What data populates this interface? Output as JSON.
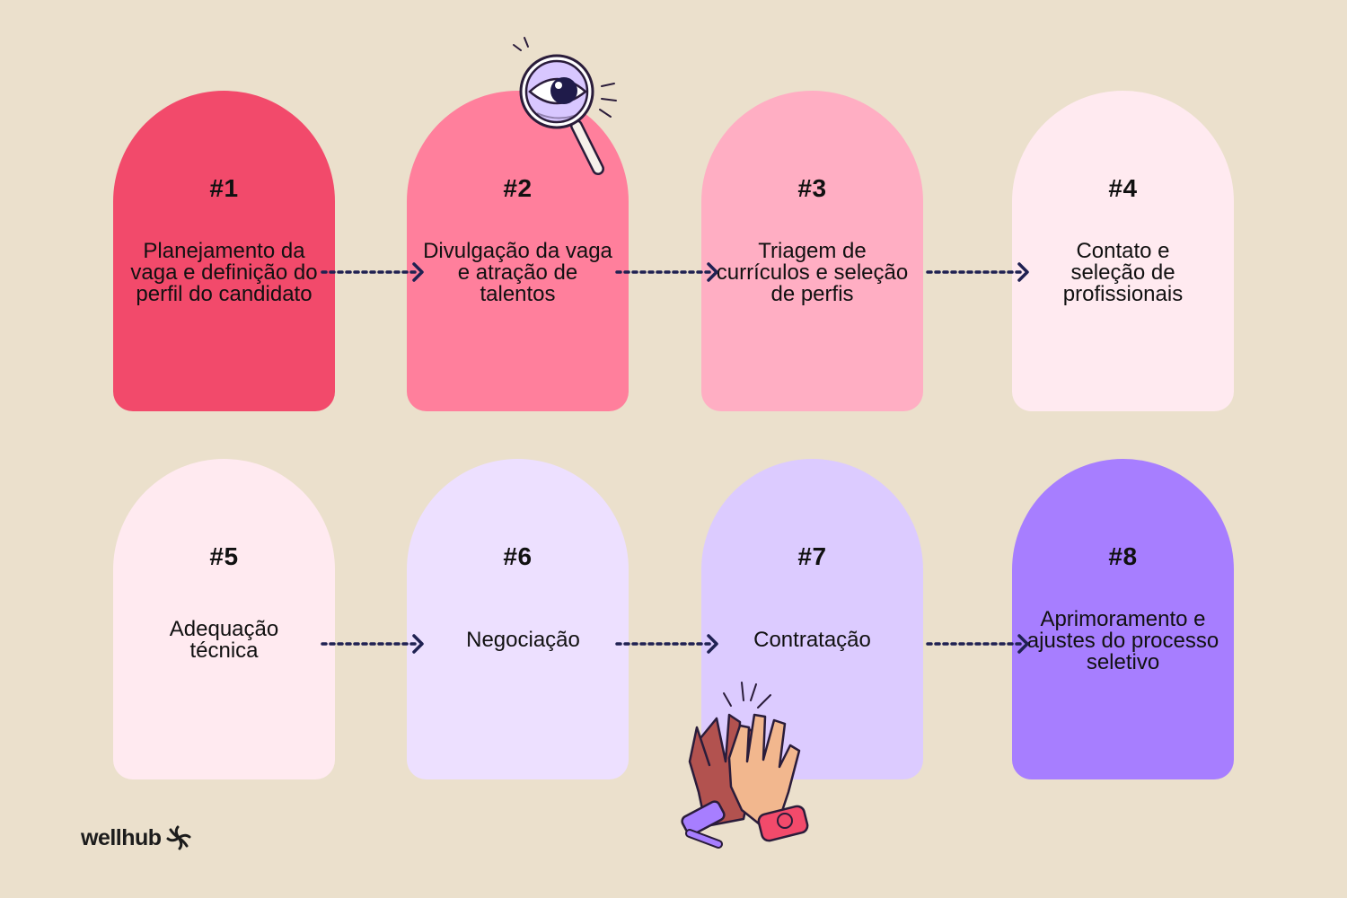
{
  "steps": [
    {
      "num": "#1",
      "label": "Planejamento da vaga e definição do perfil do candidato",
      "color": "#f24a6b"
    },
    {
      "num": "#2",
      "label": "Divulgação da vaga e atração de talentos",
      "color": "#ff7f9c"
    },
    {
      "num": "#3",
      "label": "Triagem de currículos e seleção de perfis",
      "color": "#ffaec3"
    },
    {
      "num": "#4",
      "label": "Contato e seleção de profissionais",
      "color": "#ffeaf0"
    },
    {
      "num": "#5",
      "label": "Adequação técnica",
      "color": "#ffeaf0"
    },
    {
      "num": "#6",
      "label": "Negociação",
      "color": "#ede0ff"
    },
    {
      "num": "#7",
      "label": "Contratação",
      "color": "#dccbff"
    },
    {
      "num": "#8",
      "label": "Aprimoramento e ajustes do processo seletivo",
      "color": "#a77eff"
    }
  ],
  "logo": {
    "text": "wellhub",
    "icon": "wellhub-flower-icon"
  },
  "decorations": {
    "top": "magnifying-glass-eye-icon",
    "bottom": "high-five-hands-icon"
  },
  "colors": {
    "background": "#ebe0cc",
    "arrow": "#1f2152"
  }
}
